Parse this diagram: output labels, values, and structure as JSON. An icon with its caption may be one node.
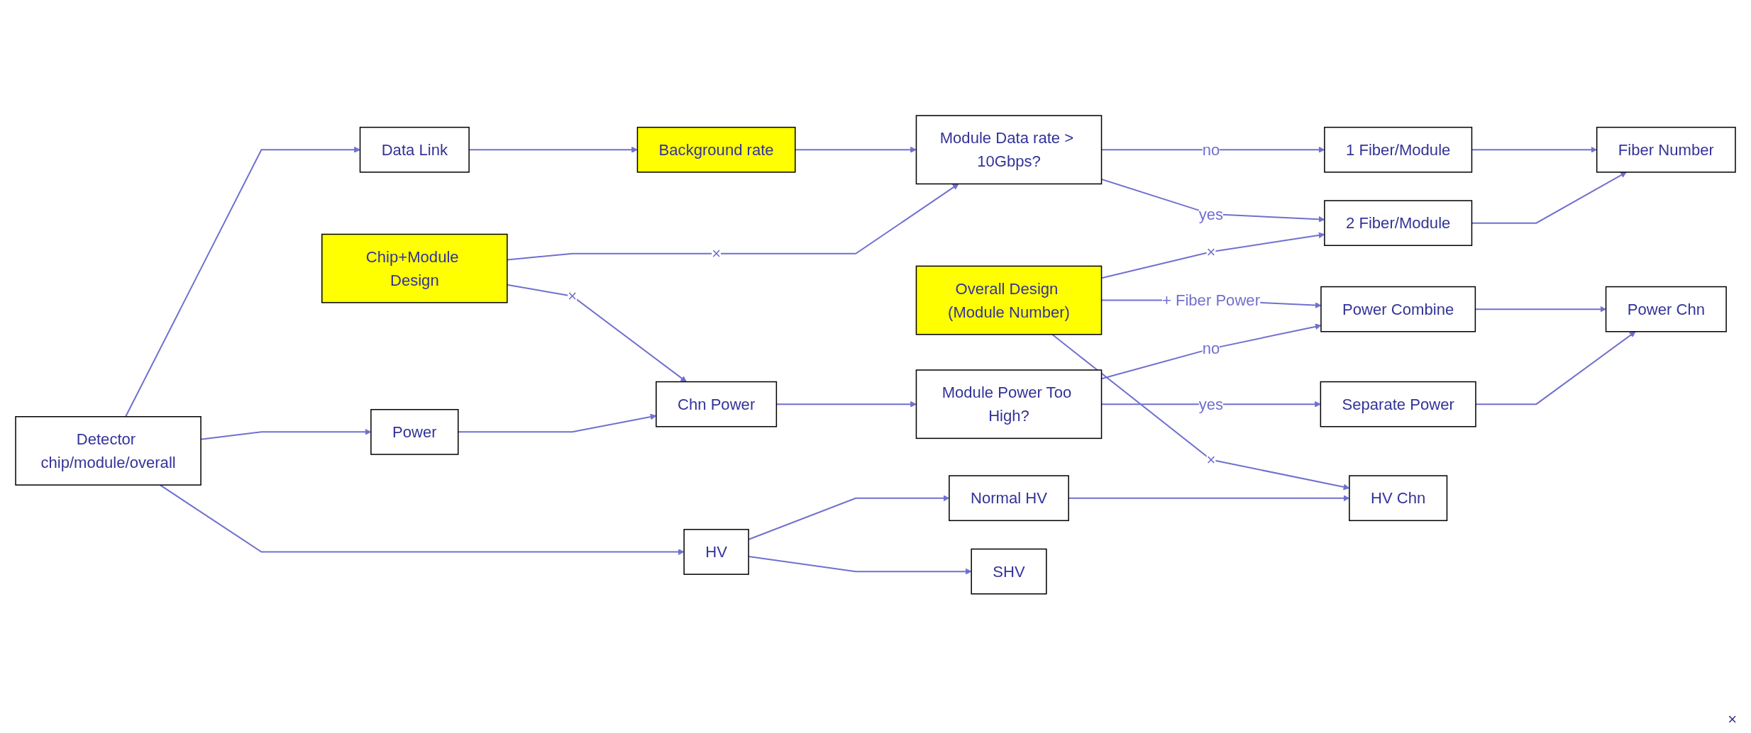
{
  "diagram": {
    "nodes": [
      {
        "text": [
          "Detector chip/module/overall"
        ]
      },
      {
        "text": [
          "Data Link"
        ]
      },
      {
        "text": [
          "Background rate"
        ]
      },
      {
        "text": [
          "Module Data rate > 10Gbps?"
        ]
      },
      {
        "text": [
          "1 Fiber/Module"
        ]
      },
      {
        "text": [
          "2 Fiber/Module"
        ]
      },
      {
        "text": [
          "Fiber Number"
        ]
      },
      {
        "text": [
          "Chip+Module Design"
        ]
      },
      {
        "text": [
          "Overall Design (Module Number)"
        ]
      },
      {
        "text": [
          "Power"
        ]
      },
      {
        "text": [
          "Chn Power"
        ]
      },
      {
        "text": [
          "Module Power Too High?"
        ]
      },
      {
        "text": [
          "Power Combine"
        ]
      },
      {
        "text": [
          "Separate Power"
        ]
      },
      {
        "text": [
          "Power Chn"
        ]
      },
      {
        "text": [
          "HV"
        ]
      },
      {
        "text": [
          "SHV"
        ]
      },
      {
        "text": [
          "Normal HV"
        ]
      },
      {
        "text": [
          "HV Chn"
        ]
      }
    ],
    "edges": [
      {
        "from": 0,
        "to": 1,
        "arrow": "to"
      },
      {
        "from": 0,
        "to": 9,
        "arrow": "to"
      },
      {
        "from": 0,
        "to": 15,
        "arrow": "to"
      },
      {
        "from": 1,
        "to": 2,
        "arrow": "to"
      },
      {
        "from": 2,
        "to": 3,
        "arrow": "to"
      },
      {
        "from": 7,
        "to": 3,
        "arrow": "to",
        "label": "×"
      },
      {
        "from": 7,
        "to": 10,
        "arrow": "to",
        "label": "×"
      },
      {
        "from": 3,
        "to": 4,
        "arrow": "to",
        "label": "no"
      },
      {
        "from": 3,
        "to": 5,
        "arrow": "to",
        "label": "yes"
      },
      {
        "from": 4,
        "to": 6,
        "arrow": "to"
      },
      {
        "from": 5,
        "to": 6,
        "arrow": "to"
      },
      {
        "from": 8,
        "to": 5,
        "arrow": "to",
        "label": "×"
      },
      {
        "from": 8,
        "to": 12,
        "arrow": "to",
        "label": "+ Fiber Power"
      },
      {
        "from": 8,
        "to": 18,
        "arrow": "to",
        "label": "×"
      },
      {
        "from": 9,
        "to": 10,
        "arrow": "to"
      },
      {
        "from": 10,
        "to": 11,
        "arrow": "to"
      },
      {
        "from": 11,
        "to": 12,
        "arrow": "to",
        "label": "no"
      },
      {
        "from": 11,
        "to": 13,
        "arrow": "to",
        "label": "yes"
      },
      {
        "from": 12,
        "to": 14,
        "arrow": "to"
      },
      {
        "from": 13,
        "to": 14,
        "arrow": "to"
      },
      {
        "from": 15,
        "to": 16,
        "arrow": "to"
      },
      {
        "from": 15,
        "to": 17,
        "arrow": "to"
      },
      {
        "from": 17,
        "to": 18,
        "arrow": "to"
      }
    ],
    "labels": [
      "×"
    ]
  }
}
